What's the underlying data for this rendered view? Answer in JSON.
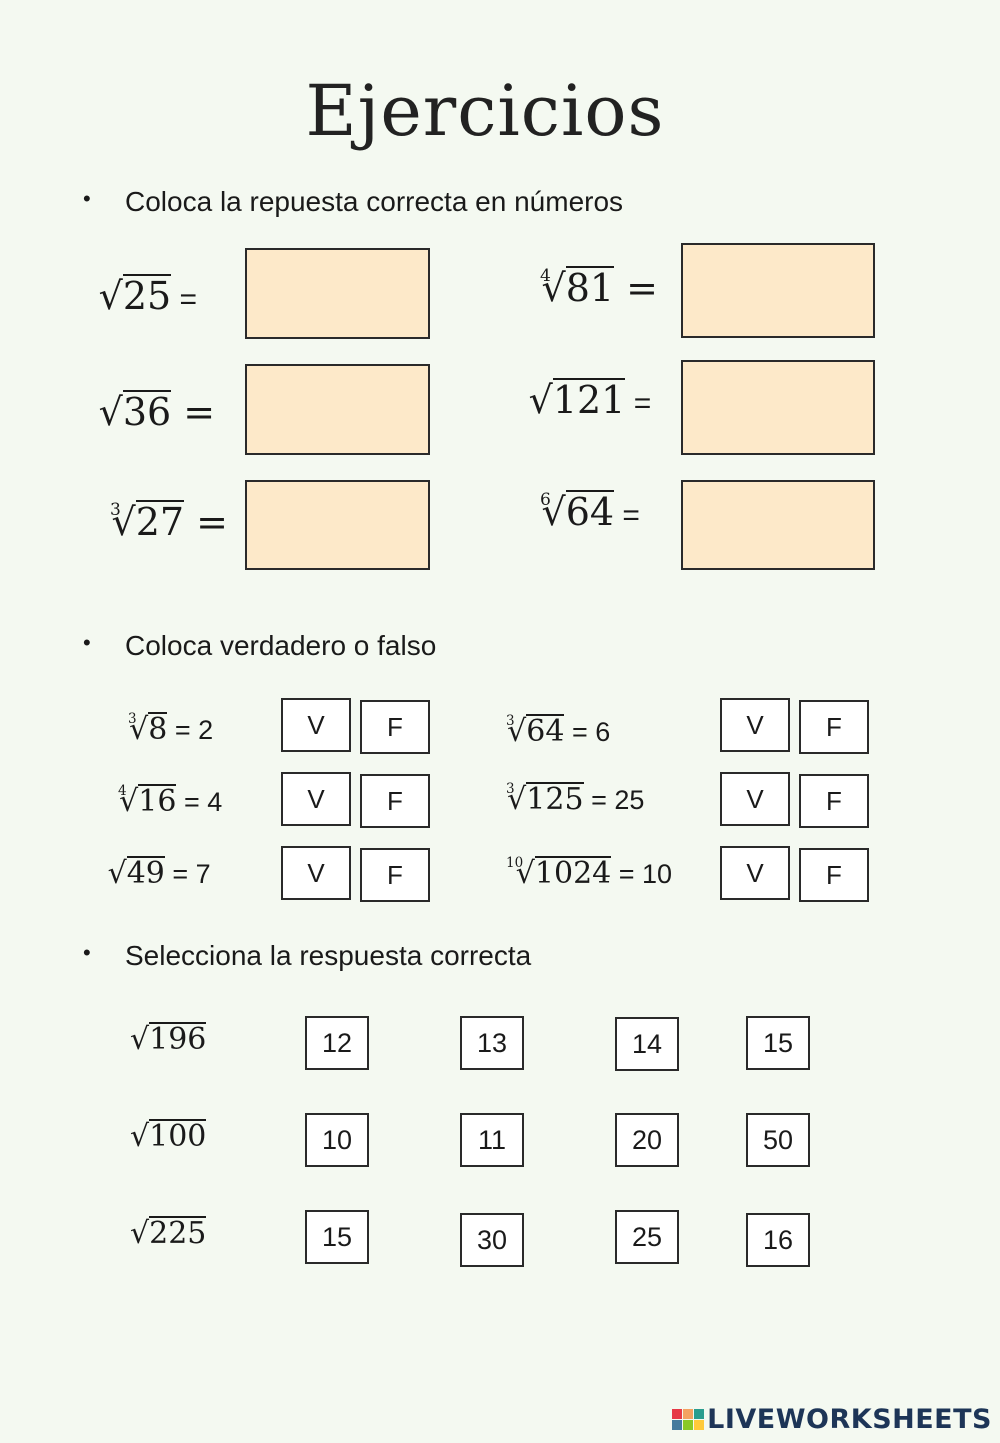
{
  "title": "Ejercicios",
  "sections": {
    "s1": "Coloca la repuesta correcta en números",
    "s2": "Coloca verdadero o falso",
    "s3": "Selecciona la respuesta correcta"
  },
  "bullet": "•",
  "fill": [
    {
      "index": "",
      "radicand": "25",
      "tail": " ="
    },
    {
      "index": "",
      "radicand": "36",
      "tail": " ="
    },
    {
      "index": "3",
      "radicand": "27",
      "tail": " ="
    },
    {
      "index": "4",
      "radicand": "81",
      "tail": " ="
    },
    {
      "index": "",
      "radicand": "121",
      "tail": " ="
    },
    {
      "index": "6",
      "radicand": "64",
      "tail": " ="
    }
  ],
  "truefalse": [
    {
      "index": "3",
      "radicand": "8",
      "tail": " = 2"
    },
    {
      "index": "4",
      "radicand": "16",
      "tail": " = 4"
    },
    {
      "index": "",
      "radicand": "49",
      "tail": " = 7"
    },
    {
      "index": "3",
      "radicand": "64",
      "tail": " = 6"
    },
    {
      "index": "3",
      "radicand": "125",
      "tail": " = 25"
    },
    {
      "index": "10",
      "radicand": "1024",
      "tail": " = 10"
    }
  ],
  "tf_labels": {
    "v": "V",
    "f": "F"
  },
  "choice": [
    {
      "radicand": "196",
      "options": [
        "12",
        "13",
        "14",
        "15"
      ]
    },
    {
      "radicand": "100",
      "options": [
        "10",
        "11",
        "20",
        "50"
      ]
    },
    {
      "radicand": "225",
      "options": [
        "15",
        "30",
        "25",
        "16"
      ]
    }
  ],
  "sqrt_symbol": "√",
  "logo_text": "LIVEWORKSHEETS",
  "colors": {
    "answer_box": "#fde9c9",
    "background": "#f4f9f1",
    "logo": "#1d3557"
  }
}
